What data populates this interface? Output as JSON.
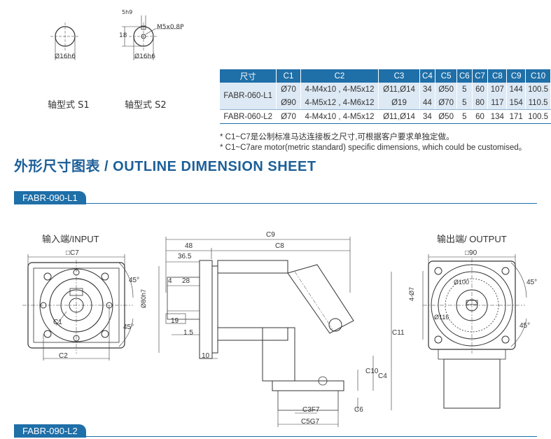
{
  "shafts": {
    "s1": {
      "caption": "轴型式 S1",
      "dia": "Ø16h6"
    },
    "s2": {
      "caption": "轴型式 S2",
      "dia": "Ø16h6",
      "key_width": "5h9",
      "key_height": "18",
      "thread": "M5x0.8P"
    }
  },
  "table": {
    "headers": [
      "尺寸",
      "C1",
      "C2",
      "C3",
      "C4",
      "C5",
      "C6",
      "C7",
      "C8",
      "C9",
      "C10"
    ],
    "rows": [
      {
        "model": "FABR-060-L1",
        "cells": [
          "Ø70",
          "4-M4x10 , 4-M5x12",
          "Ø11,Ø14",
          "34",
          "Ø50",
          "5",
          "60",
          "107",
          "144",
          "100.5"
        ]
      },
      {
        "model": "",
        "cells": [
          "Ø90",
          "4-M5x12 , 4-M6x12",
          "Ø19",
          "44",
          "Ø70",
          "5",
          "80",
          "117",
          "154",
          "110.5"
        ]
      },
      {
        "model": "FABR-060-L2",
        "cells": [
          "Ø70",
          "4-M4x10 , 4-M5x12",
          "Ø11,Ø14",
          "34",
          "Ø50",
          "5",
          "60",
          "134",
          "171",
          "100.5"
        ]
      }
    ]
  },
  "notes": [
    "* C1~C7是公制标准马达连接板之尺寸,可根据客户要求单独定做。",
    "* C1~C7are motor(metric standard)  specific dimensions, which could be customised。"
  ],
  "section_title": "外形尺寸图表 / OUTLINE DIMENSION SHEET",
  "models": {
    "top": "FABR-090-L1",
    "bottom": "FABR-090-L2"
  },
  "views": {
    "input": "输入端/INPUT",
    "output": "输出端/ OUTPUT"
  },
  "dims": {
    "c7": "□C7",
    "c1": "C1",
    "c2": "C2",
    "angle45": "45°",
    "c9": "C9",
    "d48": "48",
    "c8": "C8",
    "d365": "36.5",
    "d4": "4",
    "d28": "28",
    "d80": "Ø80h7",
    "d19": "19",
    "d15": "1.5",
    "d10": "10",
    "c11": "C11",
    "c10": "C10",
    "c4": "C4",
    "c6": "C6",
    "c3": "C3F7",
    "c5": "C5G7",
    "sq90": "□90",
    "holes": "4-Ø7",
    "d100": "Ø100",
    "d116": "Ø116"
  }
}
